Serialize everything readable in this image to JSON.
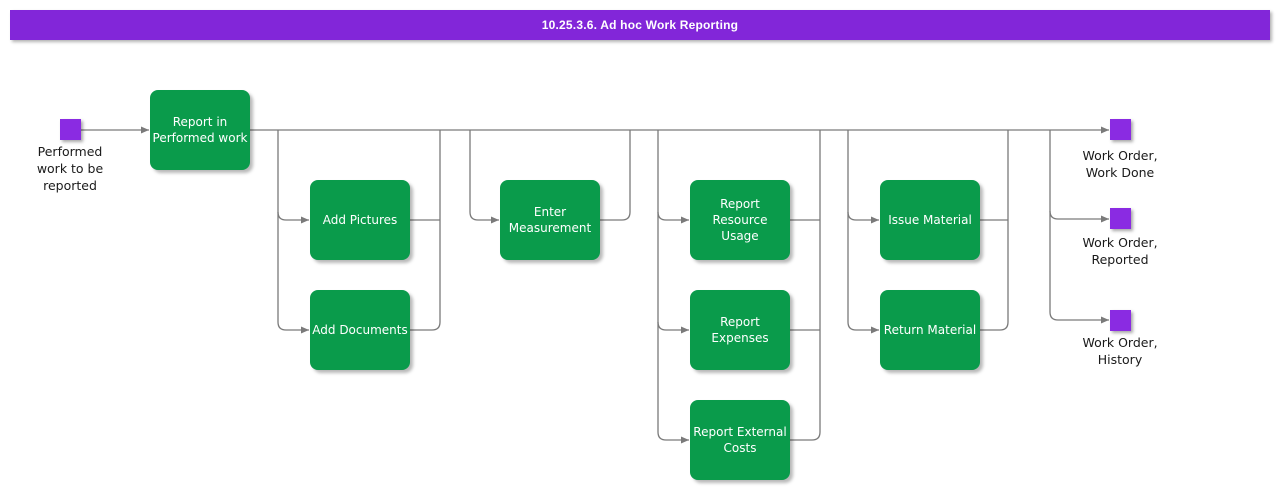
{
  "title": "10.25.3.6. Ad hoc Work Reporting",
  "colors": {
    "title_bar": "#8226d9",
    "activity_box": "#0a9b4b",
    "event_square": "#8a2be2",
    "connector": "#7a7a7a",
    "activity_text": "#ffffff",
    "label_text": "#1a1a1a"
  },
  "start_event": {
    "label": "Performed\nwork to be\nreported"
  },
  "activities": [
    {
      "id": "report-in-performed-work",
      "label": "Report in\nPerformed work"
    },
    {
      "id": "add-pictures",
      "label": "Add Pictures"
    },
    {
      "id": "add-documents",
      "label": "Add Documents"
    },
    {
      "id": "enter-measurement",
      "label": "Enter\nMeasurement"
    },
    {
      "id": "report-resource-usage",
      "label": "Report\nResource\nUsage"
    },
    {
      "id": "report-expenses",
      "label": "Report\nExpenses"
    },
    {
      "id": "report-external-costs",
      "label": "Report External\nCosts"
    },
    {
      "id": "issue-material",
      "label": "Issue Material"
    },
    {
      "id": "return-material",
      "label": "Return Material"
    }
  ],
  "end_events": [
    {
      "label": "Work Order,\nWork Done"
    },
    {
      "label": "Work Order,\nReported"
    },
    {
      "label": "Work Order,\nHistory"
    }
  ],
  "flow": [
    {
      "from": "performed-work-to-be-reported",
      "to": "report-in-performed-work"
    },
    {
      "from": "report-in-performed-work",
      "to": "add-pictures"
    },
    {
      "from": "report-in-performed-work",
      "to": "add-documents"
    },
    {
      "from": "add-pictures",
      "to": "enter-measurement"
    },
    {
      "from": "add-documents",
      "to": "enter-measurement"
    },
    {
      "from": "enter-measurement",
      "to": "report-resource-usage"
    },
    {
      "from": "enter-measurement",
      "to": "report-expenses"
    },
    {
      "from": "enter-measurement",
      "to": "report-external-costs"
    },
    {
      "from": "report-resource-usage",
      "to": "issue-material"
    },
    {
      "from": "report-expenses",
      "to": "issue-material"
    },
    {
      "from": "report-external-costs",
      "to": "return-material"
    },
    {
      "from": "issue-material",
      "to": "work-order-work-done"
    },
    {
      "from": "return-material",
      "to": "work-order-reported"
    },
    {
      "from": "return-material",
      "to": "work-order-history"
    }
  ]
}
